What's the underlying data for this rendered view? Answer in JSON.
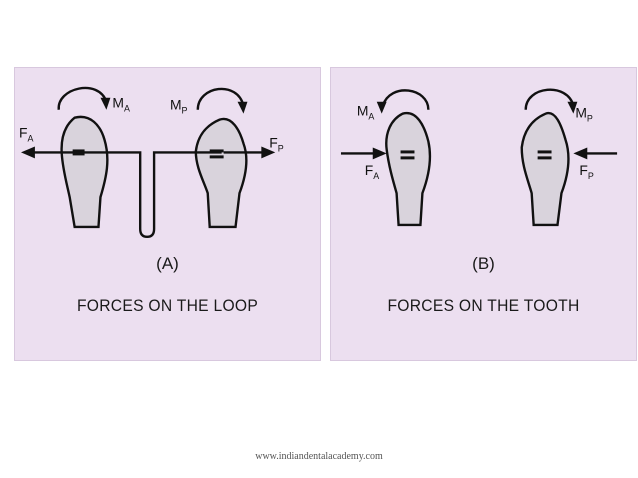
{
  "panel_a": {
    "label": "(A)",
    "title": "FORCES ON THE LOOP",
    "moment_left": {
      "main": "M",
      "sub": "A"
    },
    "moment_right": {
      "main": "M",
      "sub": "P"
    },
    "force_left": {
      "main": "F",
      "sub": "A"
    },
    "force_right": {
      "main": "F",
      "sub": "P"
    }
  },
  "panel_b": {
    "label": "(B)",
    "title": "FORCES ON THE TOOTH",
    "moment_left": {
      "main": "M",
      "sub": "A"
    },
    "moment_right": {
      "main": "M",
      "sub": "P"
    },
    "force_left": {
      "main": "F",
      "sub": "A"
    },
    "force_right": {
      "main": "F",
      "sub": "P"
    }
  },
  "footer": "www.indiandentalacademy.com"
}
